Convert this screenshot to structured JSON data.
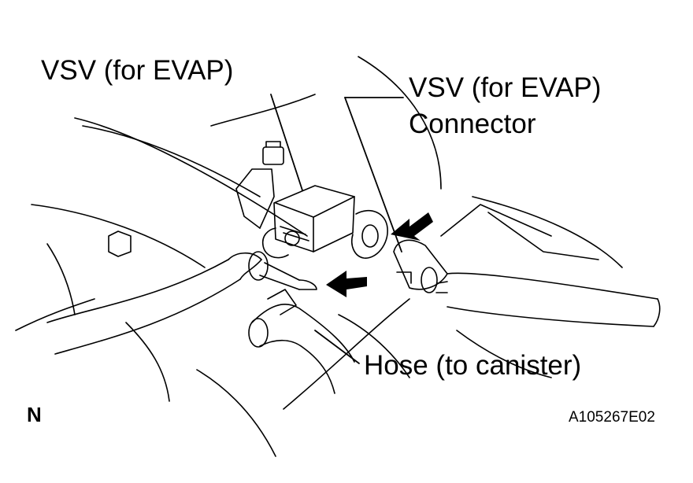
{
  "labels": {
    "vsv": "VSV (for EVAP)",
    "connector_line1": "VSV (for EVAP)",
    "connector_line2": "Connector",
    "hose": "Hose (to canister)",
    "orientation": "N",
    "figure_code": "A105267E02"
  },
  "colors": {
    "ink": "#000000",
    "paper": "#ffffff"
  }
}
